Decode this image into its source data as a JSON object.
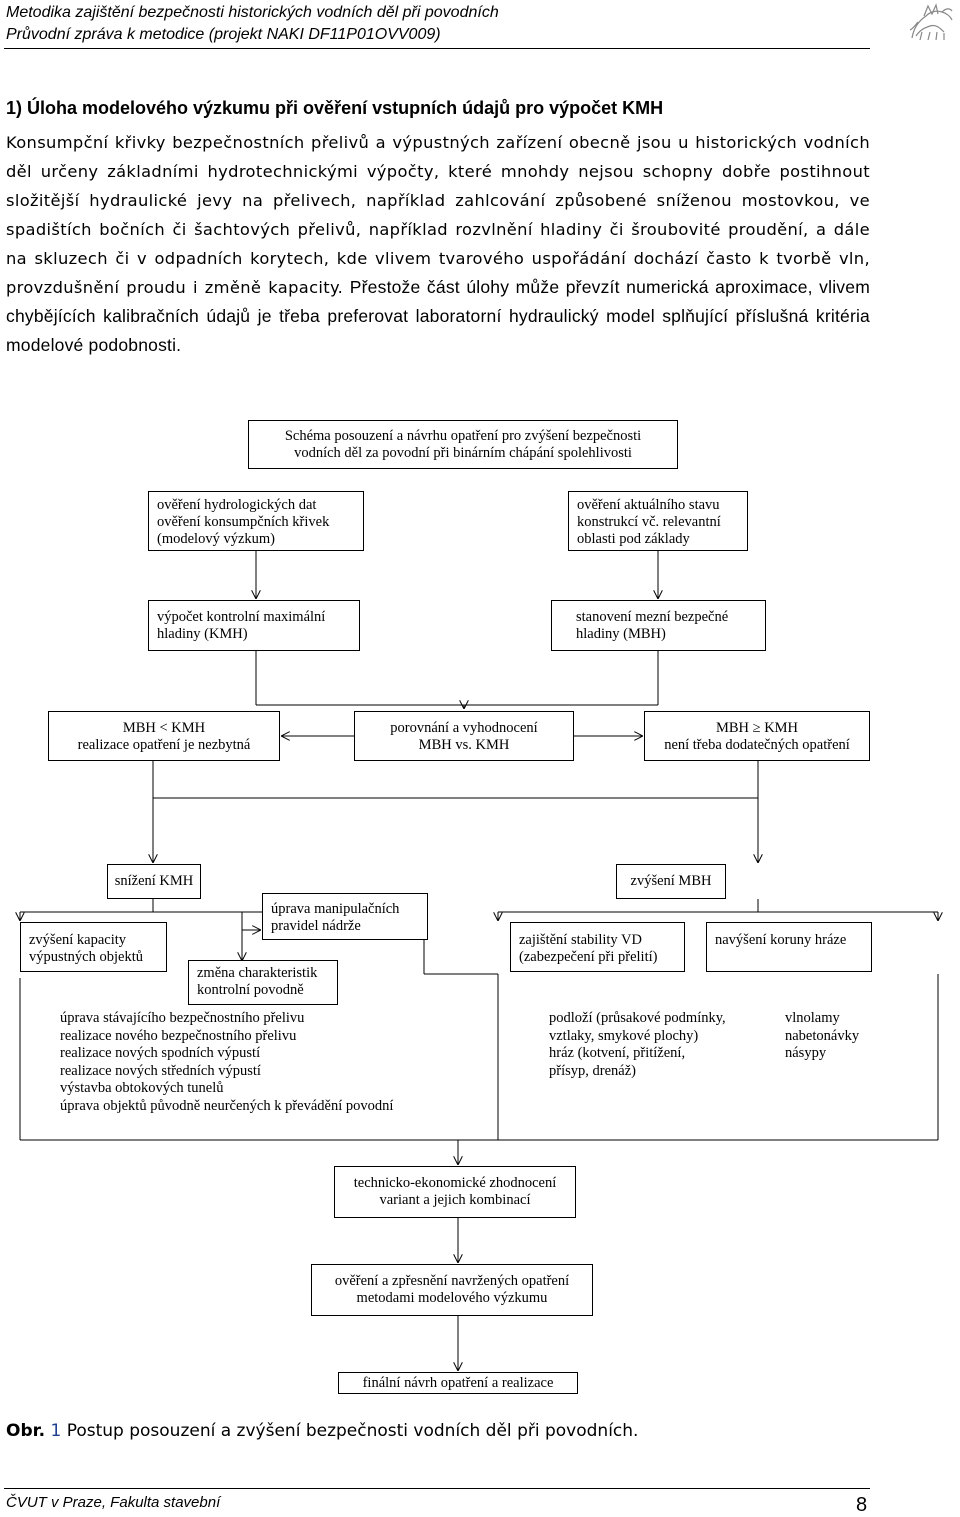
{
  "header": {
    "line1": "Metodika zajištění bezpečnosti historických vodních děl při povodních",
    "line2": "Průvodní zpráva k metodice (projekt NAKI DF11P01OVV009)"
  },
  "section": {
    "heading": "1) Úloha modelového výzkumu při ověření vstupních údajů pro výpočet KMH",
    "paragraph_part1": "Konsumpční křivky bezpečnostních přelivů a výpustných zařízení obecně jsou u historických vodních děl určeny základními hydrotechnickými výpočty, které mnohdy nejsou schopny dobře postihnout složitější hydraulické jevy na přelivech, například zahlcování způsobené sníženou mostovkou, ve spadištích bočních či šachtových přelivů, například rozvlnění hladiny či šroubovité proudění, a dále na skluzech či v odpadních korytech, kde vlivem tvarového uspořádání dochází často k tvorbě vln, provzdušnění proudu i změně kapacity.",
    "paragraph_part2": "Přestože část úlohy může převzít numerická aproximace, vlivem chybějících kalibračních údajů je třeba preferovat laboratorní hydraulický model splňující příslušná kritéria modelové podobnosti."
  },
  "diagram": {
    "title": [
      "Schéma posouzení a návrhu opatření pro zvýšení bezpečnosti",
      "vodních děl za povodní při binárním chápání spolehlivosti"
    ],
    "hydro": [
      "ověření hydrologických dat",
      "ověření konsumpčních křivek",
      "(modelový výzkum)"
    ],
    "state": [
      "ověření aktuálního stavu",
      "konstrukcí vč. relevantní",
      "oblasti pod základy"
    ],
    "kmh": [
      "výpočet kontrolní maximální",
      "hladiny (KMH)"
    ],
    "mbh": [
      "stanovení mezní bezpečné",
      "hladiny (MBH)"
    ],
    "left_cmp": [
      "MBH < KMH",
      "realizace opatření je nezbytná"
    ],
    "mid_cmp": [
      "porovnání a vyhodnocení",
      "MBH vs. KMH"
    ],
    "right_cmp": [
      "MBH ≥ KMH",
      "není třeba dodatečných opatření"
    ],
    "reduce_kmh": "snížení KMH",
    "raise_mbh": "zvýšení MBH",
    "manip": [
      "úprava manipulačních",
      "pravidel nádrže"
    ],
    "capacity": [
      "zvýšení kapacity",
      "výpustných objektů"
    ],
    "control": [
      "změna charakteristik",
      "kontrolní povodně"
    ],
    "stability": [
      "zajištění stability VD",
      "(zabezpečení při přelití)"
    ],
    "crest": "navýšení koruny hráze",
    "measures_left": [
      "úprava stávajícího bezpečnostního přelivu",
      "realizace nového bezpečnostního přelivu",
      "realizace nových spodních výpustí",
      "realizace nových středních výpustí",
      "výstavba obtokových tunelů",
      "úprava objektů původně neurčených k převádění povodní"
    ],
    "measures_mid": [
      "podloží (průsakové podmínky,",
      "vztlaky, smykové plochy)",
      "hráz (kotvení, přitížení,",
      "přísyp, drenáž)"
    ],
    "measures_right": [
      "vlnolamy",
      "nabetonávky",
      "násypy"
    ],
    "tech_econ": [
      "technicko-ekonomické zhodnocení",
      "variant a jejich kombinací"
    ],
    "verify": [
      "ověření a zpřesnění navržených opatření",
      "metodami modelového výzkumu"
    ],
    "final": "finální návrh opatření a realizace"
  },
  "caption": {
    "label": "Obr.",
    "number": "1",
    "text": "Postup posouzení a  zvýšení bezpečnosti vodních děl při povodních."
  },
  "footer": {
    "left": "ČVUT v Praze, Fakulta stavební",
    "page": "8"
  }
}
